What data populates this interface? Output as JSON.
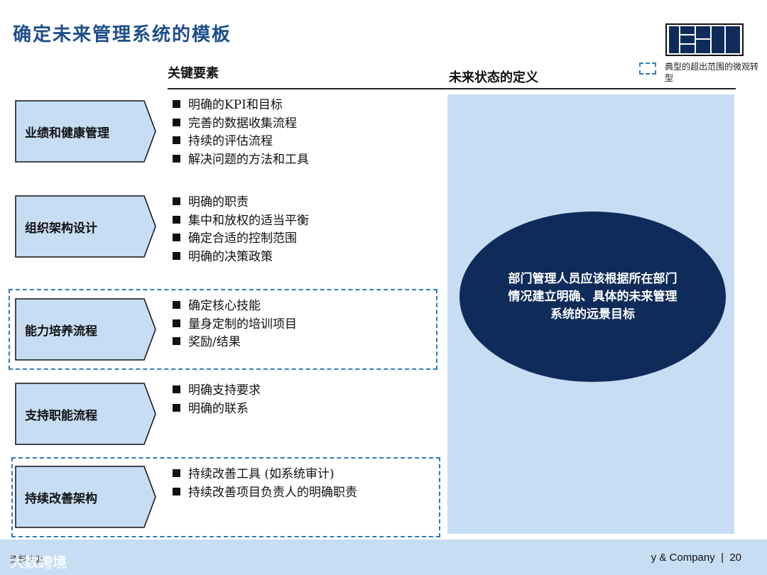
{
  "title": "确定未来管理系统的模板",
  "legend": {
    "text": "典型的超出范围的微观转型",
    "color": "#2f7bbf"
  },
  "headers": {
    "left": "关键要素",
    "right": "未来状态的定义"
  },
  "categories": [
    {
      "label": "业绩和健康管理",
      "bullets": [
        "明确的KPI和目标",
        "完善的数据收集流程",
        "持续的评估流程",
        "解决问题的方法和工具"
      ]
    },
    {
      "label": "组织架构设计",
      "bullets": [
        "明确的职责",
        "集中和放权的适当平衡",
        "确定合适的控制范围",
        "明确的决策政策"
      ]
    },
    {
      "label": "能力培养流程",
      "bullets": [
        "确定核心技能",
        "量身定制的培训项目",
        "奖励/结果"
      ]
    },
    {
      "label": "支持职能流程",
      "bullets": [
        "明确支持要求",
        "明确的联系"
      ]
    },
    {
      "label": "持续改善架构",
      "bullets": [
        "持续改善工具 (如系统审计)",
        "持续改善项目负责人的明确职责"
      ]
    }
  ],
  "ellipse_text": "部门管理人员应该根据所在部门情况建立明确、具体的未来管理系统的远景目标",
  "footer": {
    "source": "资料来源",
    "company": "y & Company",
    "page": "20"
  },
  "watermark": "大数跨境",
  "colors": {
    "title": "#1f4e8c",
    "panel": "#c7ddf4",
    "ellipse": "#0f2b5a",
    "chevron_fill": "#c7ddf4"
  }
}
